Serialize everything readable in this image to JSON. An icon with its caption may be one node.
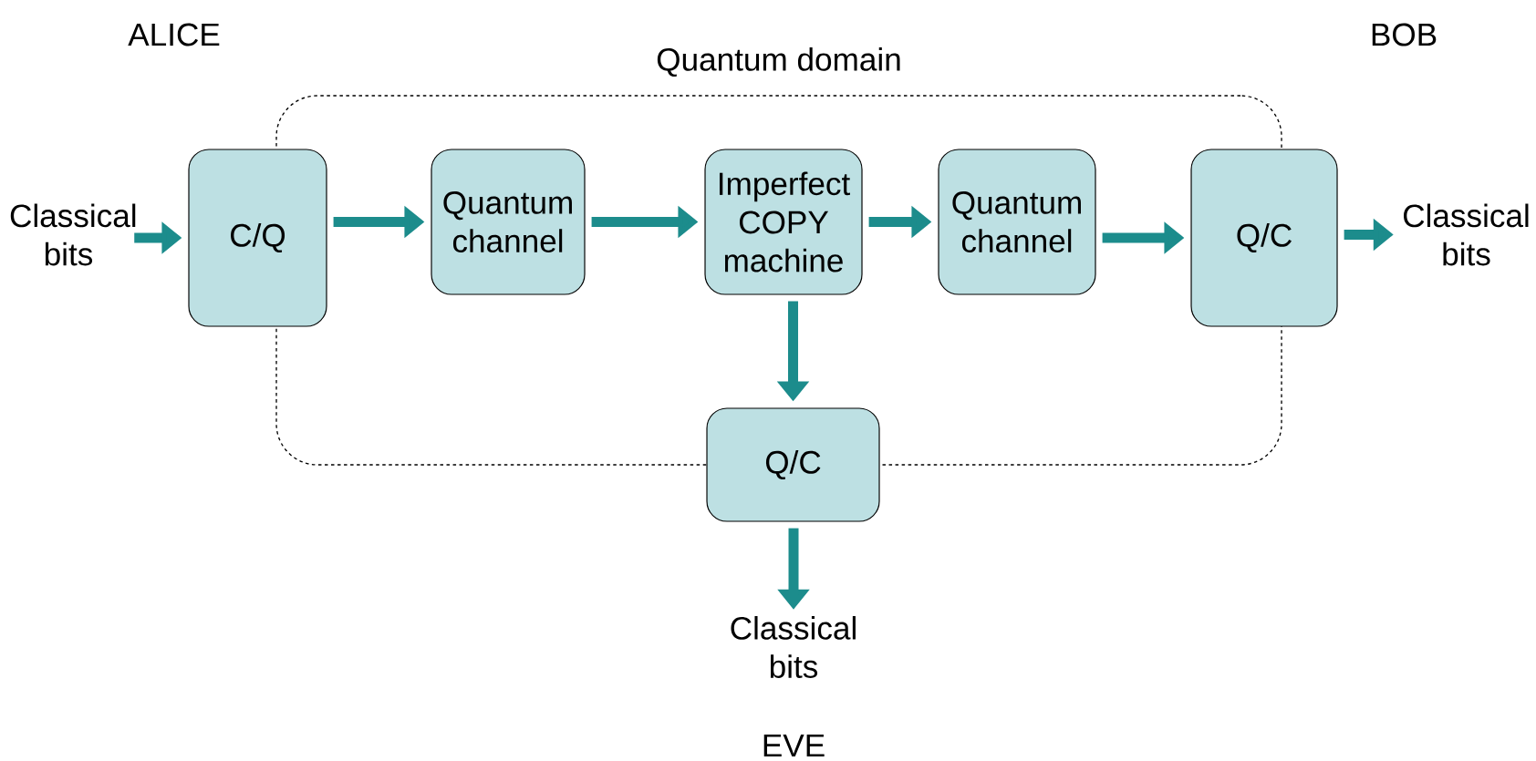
{
  "diagram": {
    "nodes": [
      {
        "text": [
          "Quantum domain"
        ]
      },
      {
        "text": [
          "Classical bits"
        ]
      },
      {
        "text": [
          "C/Q"
        ]
      },
      {
        "text": [
          "Quantum channel"
        ],
        "in": 0
      },
      {
        "text": [
          "Imperfect COPY machine"
        ],
        "in": 0
      },
      {
        "text": [
          "Quantum channel"
        ],
        "in": 0
      },
      {
        "text": [
          "Q/C"
        ]
      },
      {
        "text": [
          "Classical bits"
        ]
      },
      {
        "text": [
          "Q/C"
        ]
      },
      {
        "text": [
          "Classical bits"
        ]
      }
    ],
    "edges": [
      {
        "from": 1,
        "to": 2,
        "arrow": "to"
      },
      {
        "from": 2,
        "to": 3,
        "arrow": "to"
      },
      {
        "from": 3,
        "to": 4,
        "arrow": "to"
      },
      {
        "from": 4,
        "to": 5,
        "arrow": "to"
      },
      {
        "from": 5,
        "to": 6,
        "arrow": "to"
      },
      {
        "from": 6,
        "to": 7,
        "arrow": "to"
      },
      {
        "from": 4,
        "to": 8,
        "arrow": "to"
      },
      {
        "from": 8,
        "to": 9,
        "arrow": "to"
      }
    ],
    "labels": [
      "ALICE",
      "BOB",
      "EVE"
    ]
  }
}
